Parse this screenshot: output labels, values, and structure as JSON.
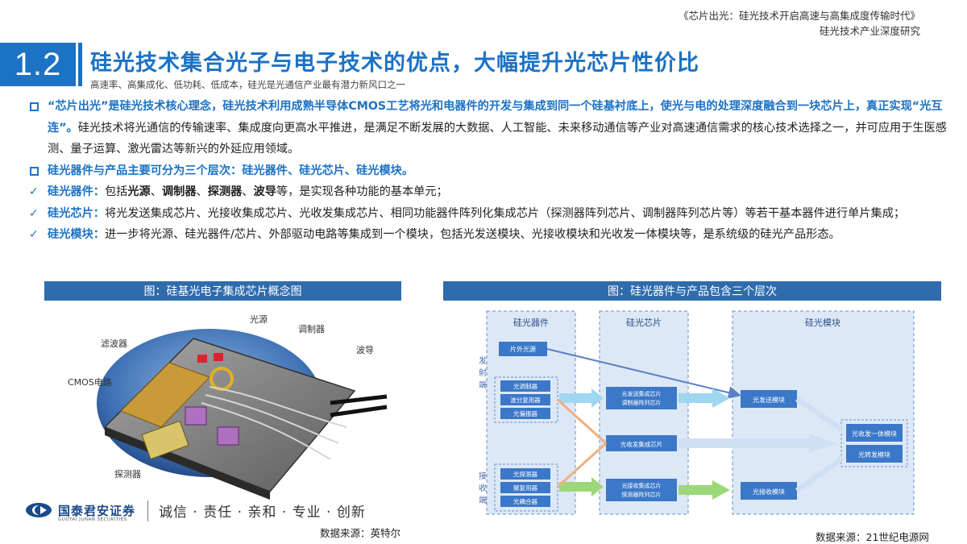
{
  "header": {
    "report_title": "《芯片出光：硅光技术开启高速与高集成度传输时代》",
    "report_subtitle": "硅光技术产业深度研究"
  },
  "section": {
    "number": "1.2",
    "title": "硅光技术集合光子与电子技术的优点，大幅提升光芯片性价比",
    "subtitle": "高速率、高集成化、低功耗、低成本，硅光是光通信产业最有潜力新风口之一"
  },
  "paragraphs": {
    "p1_hl": "“芯片出光”是硅光技术核心理念，硅光技术利用成熟半导体CMOS工艺将光和电器件的开发与集成到同一个硅基衬底上，使光与电的处理深度融合到一块芯片上，真正实现“光互连”。",
    "p1_rest": "硅光技术将光通信的传输速率、集成度向更高水平推进，是满足不断发展的大数据、人工智能、未来移动通信等产业对高速通信需求的核心技术选择之一，并可应用于生医感测、量子运算、激光雷达等新兴的外延应用领域。",
    "p2": "硅光器件与产品主要可分为三个层次：硅光器件、硅光芯片、硅光模块。",
    "p3_label": "硅光器件：",
    "p3_a": "包括",
    "p3_b1": "光源",
    "p3_sep1": "、",
    "p3_b2": "调制器",
    "p3_sep2": "、",
    "p3_b3": "探测器",
    "p3_sep3": "、",
    "p3_b4": "波导",
    "p3_rest": "等，是实现各种功能的基本单元；",
    "p4_label": "硅光芯片：",
    "p4_text": "将光发送集成芯片、光接收集成芯片、光收发集成芯片、相同功能器件阵列化集成芯片（探测器阵列芯片、调制器阵列芯片等）等若干基本器件进行单片集成；",
    "p5_label": "硅光模块：",
    "p5_text": "进一步将光源、硅光器件/芯片、外部驱动电路等集成到一个模块，包括光发送模块、光接收模块和光收发一体模块等，是系统级的硅光产品形态。"
  },
  "figure1": {
    "title": "图：硅基光电子集成芯片概念图",
    "labels": {
      "guangyuan": "光源",
      "tiaozhiqi": "调制器",
      "boliqi": "滤波器",
      "bodao": "波导",
      "cmos": "CMOS电路",
      "tanceqi": "探测器"
    },
    "source": "数据来源：英特尔"
  },
  "figure2": {
    "title": "图：硅光器件与产品包含三个层次",
    "col1": "硅光器件",
    "col2": "硅光芯片",
    "col3": "硅光模块",
    "send_label": "发射端",
    "recv_label": "接收端",
    "box_external_source": "片外光源",
    "box_modulator": "光调制器",
    "box_wdm": "波分复用器",
    "box_polarizer": "光偏振器",
    "box_tx_chip": "光发送集成芯片\n调制器阵列芯片",
    "box_trx_chip": "光收发集成芯片",
    "box_rx_chip": "光接收集成芯片\n探测器阵列芯片",
    "box_detector": "光探测器",
    "box_demux": "解复用器",
    "box_coupler": "光耦合器",
    "box_tx_module": "光发送模块",
    "box_rx_module": "光接收模块",
    "box_trx_module": "光收发一体模块",
    "box_forward_module": "光转发模块",
    "source": "数据来源：21世纪电源网"
  },
  "footer": {
    "company": "国泰君安证券",
    "company_en": "GUOTAI JUNAN SECURITIES",
    "slogan": "诚信 · 责任 · 亲和 · 专业 · 创新"
  },
  "colors": {
    "brand_blue": "#1c72c4",
    "fig_header": "#2f6cad",
    "diagram_box": "#3b78c8"
  }
}
